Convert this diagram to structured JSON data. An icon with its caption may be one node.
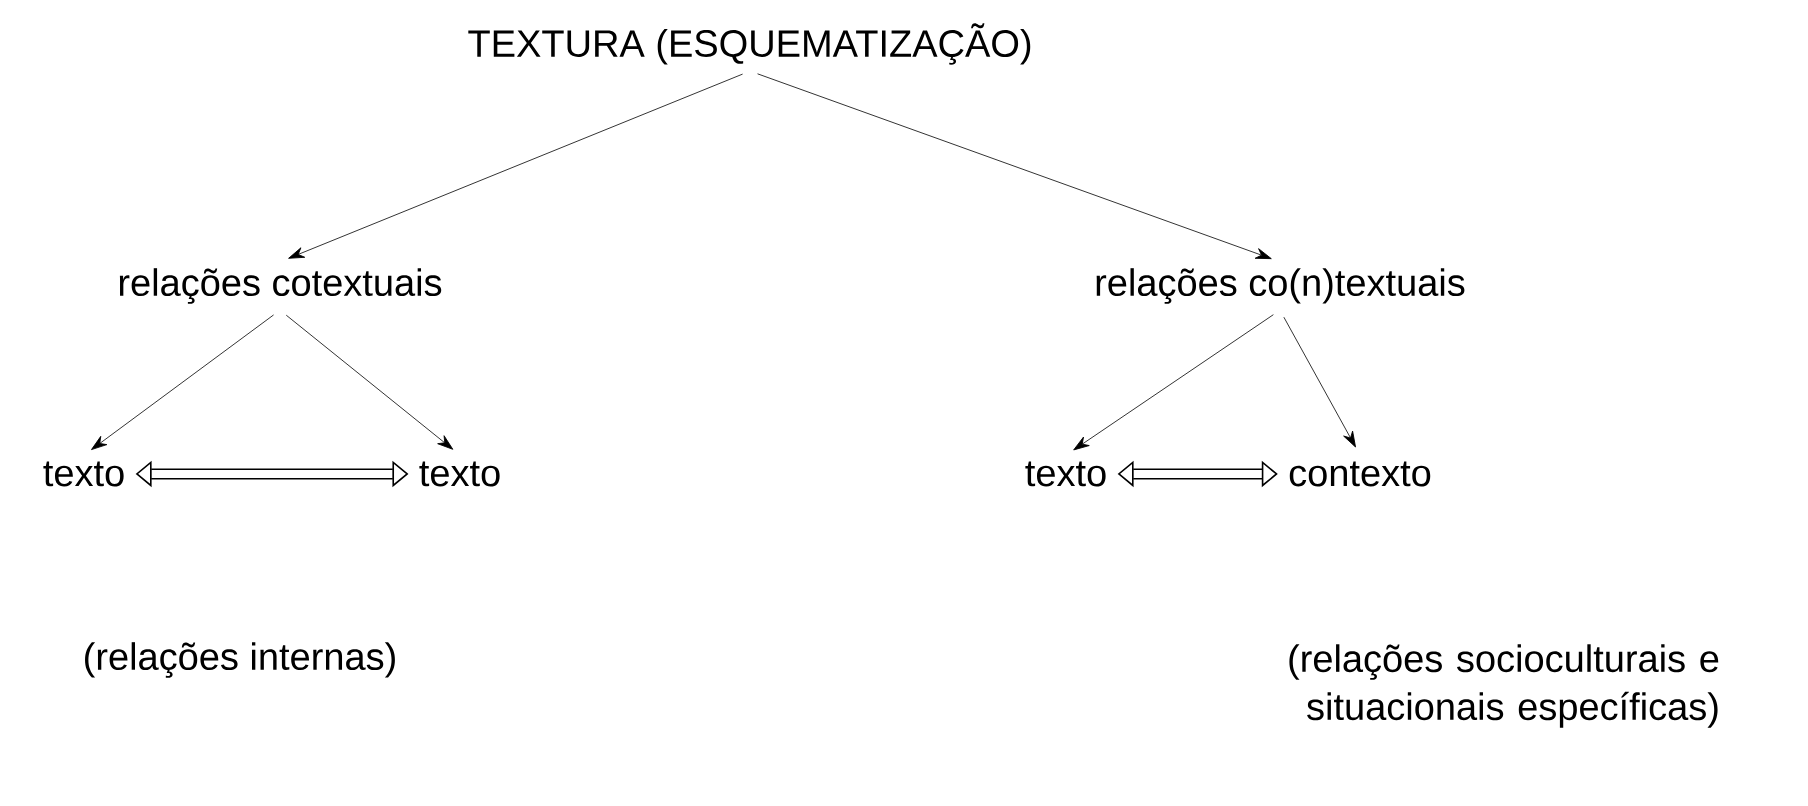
{
  "diagram": {
    "nodes": [
      {
        "text": [
          "TEXTURA (ESQUEMATIZAÇÃO)"
        ]
      },
      {
        "text": [
          "relações cotextuais"
        ]
      },
      {
        "text": [
          "relações co(n)textuais"
        ]
      },
      {
        "text": [
          "texto"
        ]
      },
      {
        "text": [
          "texto"
        ]
      },
      {
        "text": [
          "texto"
        ]
      },
      {
        "text": [
          "contexto"
        ]
      }
    ],
    "edges": [
      {
        "from": 0,
        "to": 1,
        "arrow": "to"
      },
      {
        "from": 0,
        "to": 2,
        "arrow": "to"
      },
      {
        "from": 1,
        "to": 3,
        "arrow": "to"
      },
      {
        "from": 1,
        "to": 4,
        "arrow": "to"
      },
      {
        "from": 2,
        "to": 5,
        "arrow": "to"
      },
      {
        "from": 2,
        "to": 6,
        "arrow": "to"
      },
      {
        "from": 3,
        "to": 4,
        "arrow": "both",
        "style": "thick"
      },
      {
        "from": 5,
        "to": 6,
        "arrow": "both",
        "style": "thick"
      }
    ],
    "labels": [
      "(relações internas)",
      "(relações socioculturais e situacionais específicas)"
    ]
  }
}
